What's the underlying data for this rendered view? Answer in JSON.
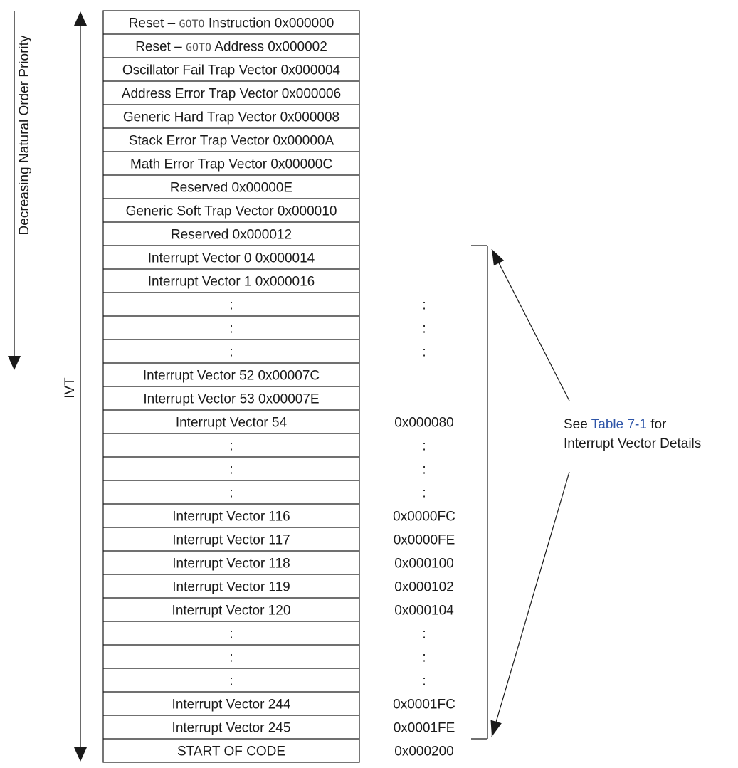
{
  "diagram": {
    "priority_label": "Decreasing Natural Order Priority",
    "ivt_label": "IVT",
    "note": {
      "line1_prefix": "See ",
      "line1_link": "Table 7-1",
      "line1_suffix": " for",
      "line2": "Interrupt Vector Details"
    },
    "colors": {
      "line": "#1a1a1a",
      "link": "#2e55a8",
      "goto_text": "#555555"
    },
    "rows": [
      {
        "label": "Reset – GOTO Instruction 0x000000",
        "goto": true,
        "address": ""
      },
      {
        "label": "Reset – GOTO Address 0x000002",
        "goto": true,
        "address": ""
      },
      {
        "label": "Oscillator Fail Trap Vector 0x000004",
        "address": ""
      },
      {
        "label": "Address Error Trap Vector 0x000006",
        "address": ""
      },
      {
        "label": "Generic Hard Trap Vector 0x000008",
        "address": ""
      },
      {
        "label": "Stack Error Trap Vector 0x00000A",
        "address": ""
      },
      {
        "label": "Math Error Trap Vector 0x00000C",
        "address": ""
      },
      {
        "label": "Reserved 0x00000E",
        "address": ""
      },
      {
        "label": "Generic Soft Trap Vector 0x000010",
        "address": ""
      },
      {
        "label": "Reserved 0x000012",
        "address": ""
      },
      {
        "label": "Interrupt Vector 0 0x000014",
        "address": ""
      },
      {
        "label": "Interrupt Vector 1 0x000016",
        "address": ""
      },
      {
        "label": ":",
        "address": ":"
      },
      {
        "label": ":",
        "address": ":"
      },
      {
        "label": ":",
        "address": ":"
      },
      {
        "label": "Interrupt Vector 52 0x00007C",
        "address": ""
      },
      {
        "label": "Interrupt Vector 53 0x00007E",
        "address": ""
      },
      {
        "label": "Interrupt Vector 54",
        "address": "0x000080"
      },
      {
        "label": ":",
        "address": ":"
      },
      {
        "label": ":",
        "address": ":"
      },
      {
        "label": ":",
        "address": ":"
      },
      {
        "label": "Interrupt Vector 116",
        "address": "0x0000FC"
      },
      {
        "label": "Interrupt Vector 117",
        "address": "0x0000FE"
      },
      {
        "label": "Interrupt Vector 118",
        "address": "0x000100"
      },
      {
        "label": "Interrupt Vector 119",
        "address": "0x000102"
      },
      {
        "label": "Interrupt Vector 120",
        "address": "0x000104"
      },
      {
        "label": ":",
        "address": ":"
      },
      {
        "label": ":",
        "address": ":"
      },
      {
        "label": ":",
        "address": ":"
      },
      {
        "label": "Interrupt Vector 244",
        "address": "0x0001FC"
      },
      {
        "label": "Interrupt Vector 245",
        "address": "0x0001FE"
      },
      {
        "label": "START OF CODE",
        "address": "0x000200"
      }
    ]
  }
}
